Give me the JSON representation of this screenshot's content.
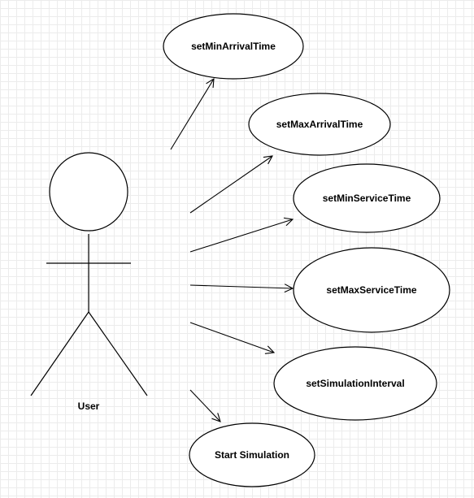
{
  "actor": {
    "label": "User"
  },
  "use_cases": [
    {
      "id": "set-min-arrival-time",
      "label": "setMinArrivalTime"
    },
    {
      "id": "set-max-arrival-time",
      "label": "setMaxArrivalTime"
    },
    {
      "id": "set-min-service-time",
      "label": "setMinServiceTime"
    },
    {
      "id": "set-max-service-time",
      "label": "setMaxServiceTime"
    },
    {
      "id": "set-simulation-interval",
      "label": "setSimulationInterval"
    },
    {
      "id": "start-simulation",
      "label": "Start Simulation"
    }
  ],
  "colors": {
    "stroke": "#000000",
    "fill": "#ffffff",
    "grid": "#ececec"
  }
}
